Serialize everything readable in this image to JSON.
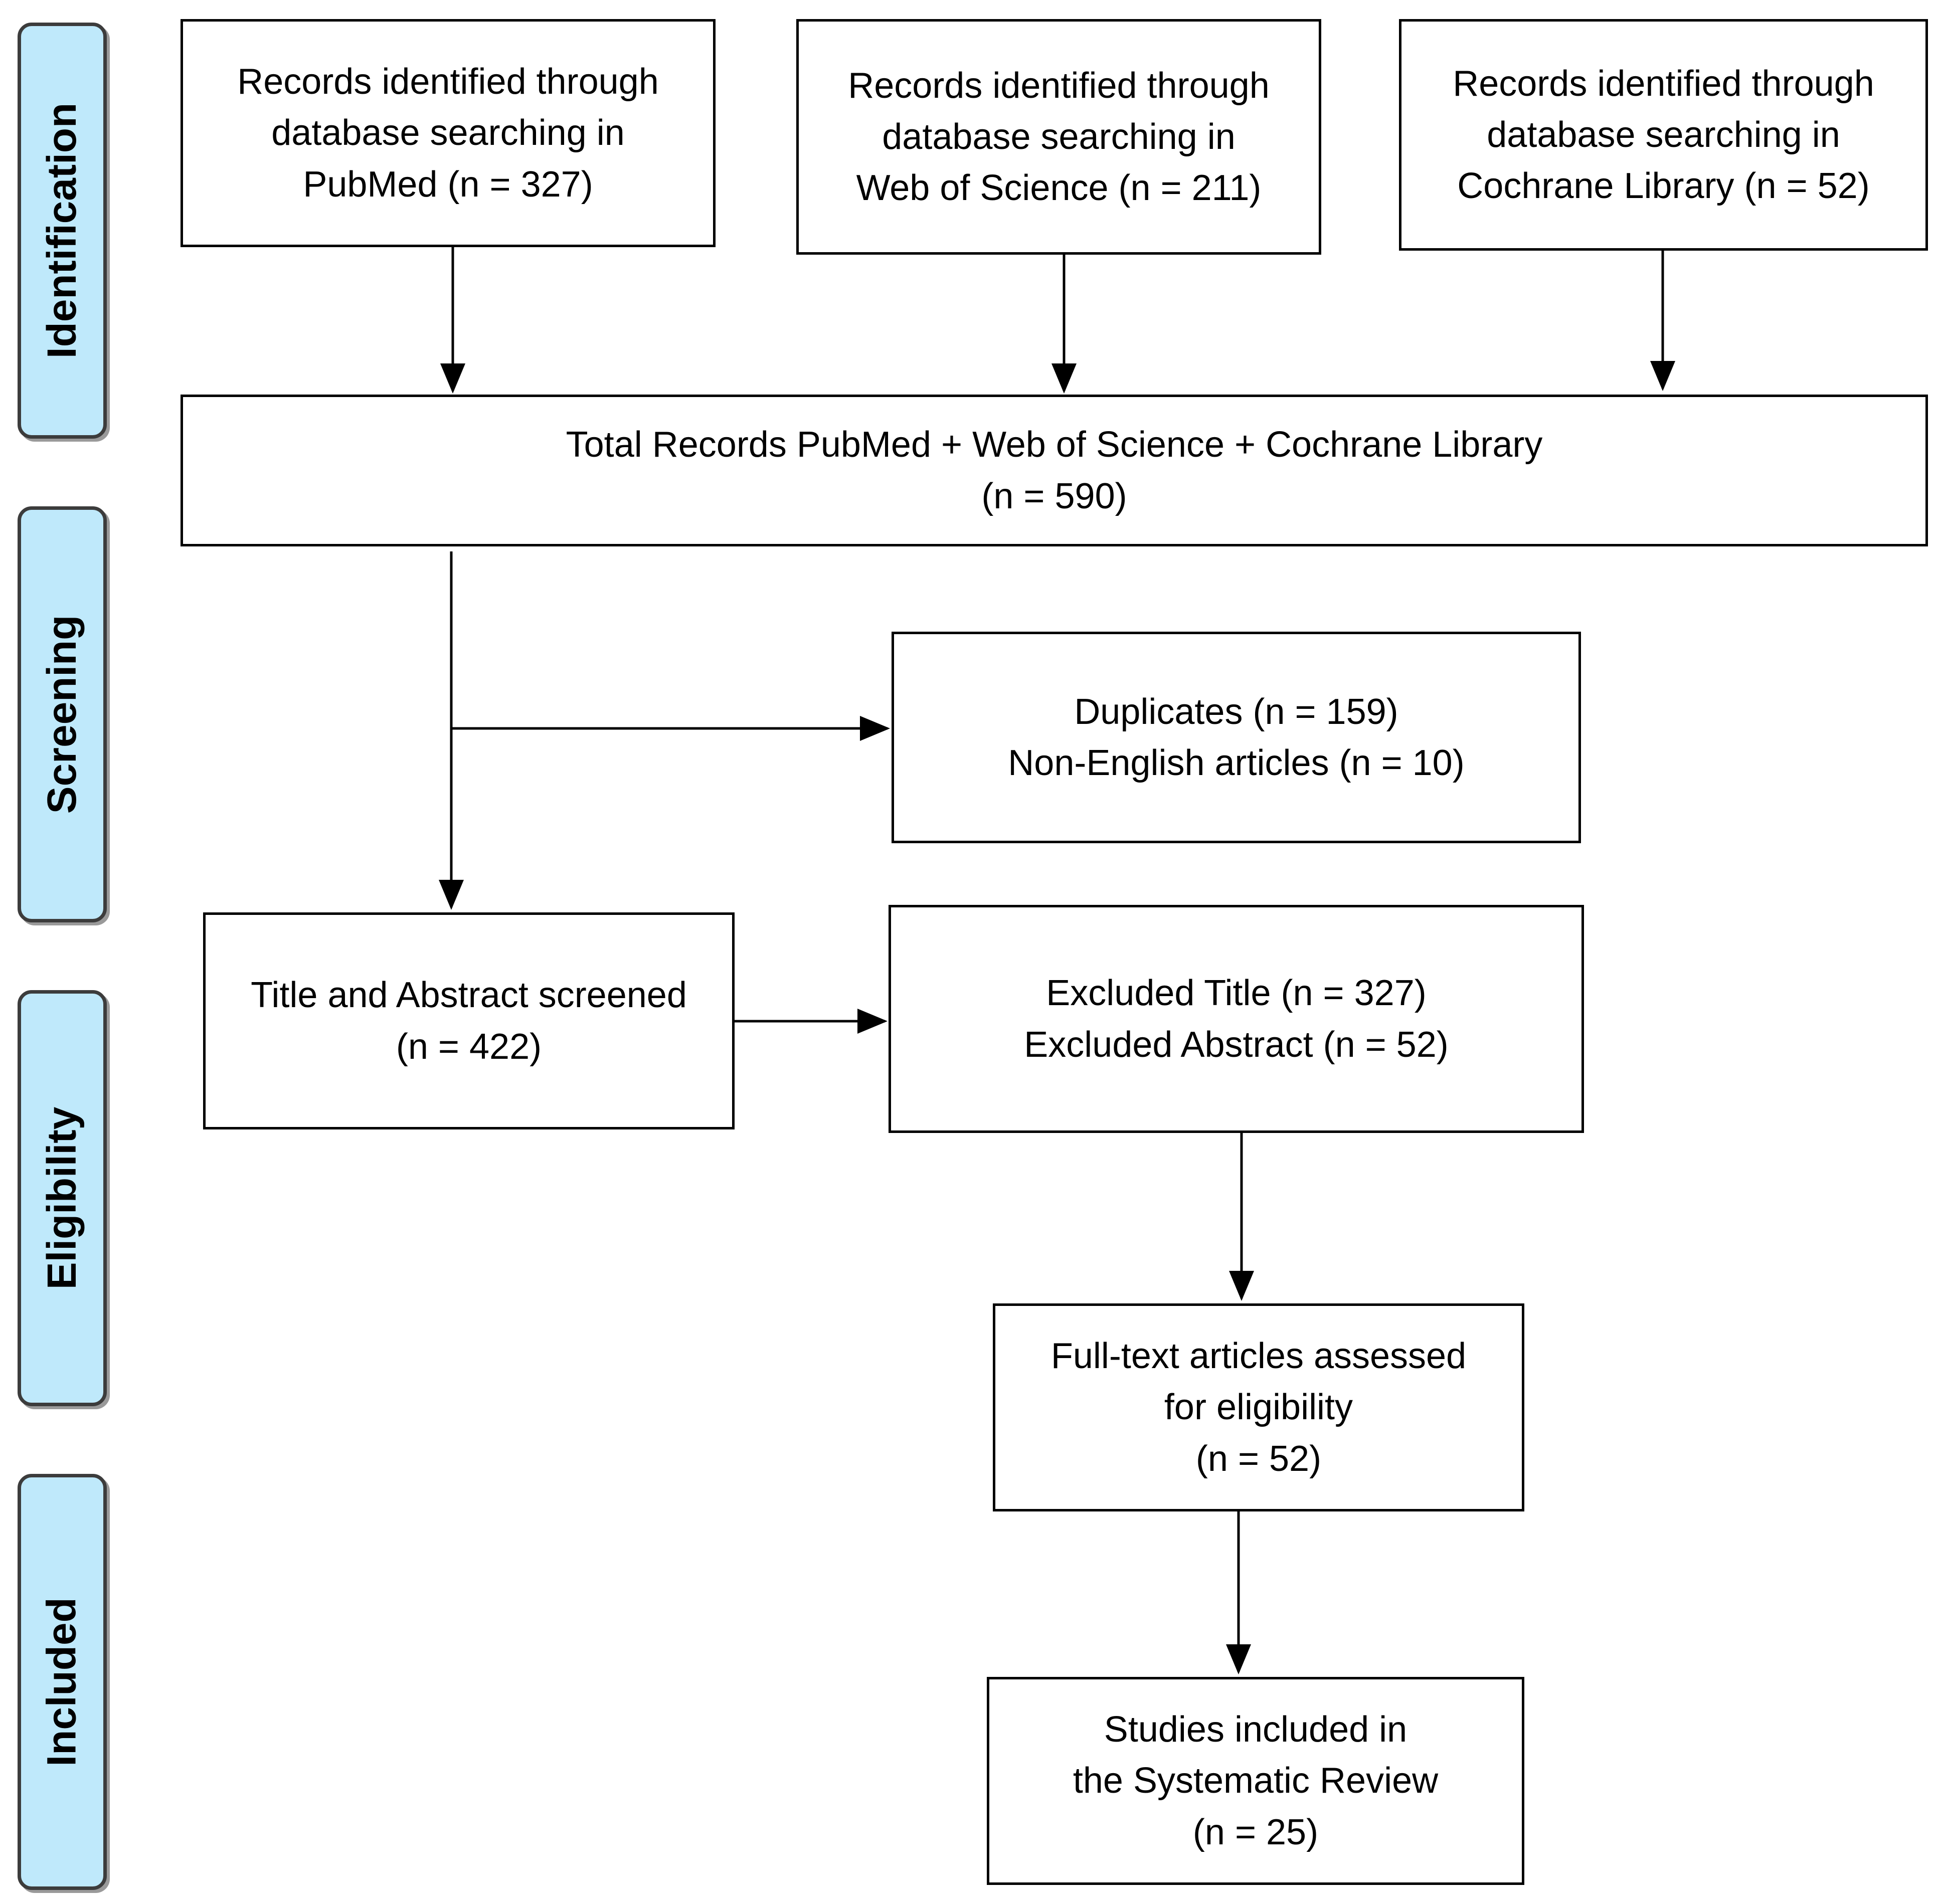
{
  "stages": [
    {
      "id": "identification",
      "label": "Identification"
    },
    {
      "id": "screening",
      "label": "Screening"
    },
    {
      "id": "eligibility",
      "label": "Eligibility"
    },
    {
      "id": "included",
      "label": "Included"
    }
  ],
  "boxes": {
    "pubmed": {
      "lines": [
        "Records identified through",
        "database searching in",
        "PubMed (n = 327)"
      ]
    },
    "wos": {
      "lines": [
        "Records identified through",
        "database searching in",
        "Web of Science (n = 211)"
      ]
    },
    "cochrane": {
      "lines": [
        "Records identified through",
        "database searching in",
        "Cochrane Library (n = 52)"
      ]
    },
    "total": {
      "lines": [
        "Total Records PubMed + Web of Science + Cochrane Library",
        "(n = 590)"
      ]
    },
    "duplicates": {
      "lines": [
        "Duplicates (n = 159)",
        "Non-English articles (n = 10)"
      ]
    },
    "screened": {
      "lines": [
        "Title and Abstract screened",
        "(n = 422)"
      ]
    },
    "excluded": {
      "lines": [
        "Excluded Title (n = 327)",
        "Excluded Abstract (n = 52)"
      ]
    },
    "fulltext": {
      "lines": [
        "Full-text articles assessed",
        "for eligibility",
        "(n = 52)"
      ]
    },
    "included": {
      "lines": [
        "Studies included in",
        "the Systematic Review",
        "(n = 25)"
      ]
    }
  }
}
